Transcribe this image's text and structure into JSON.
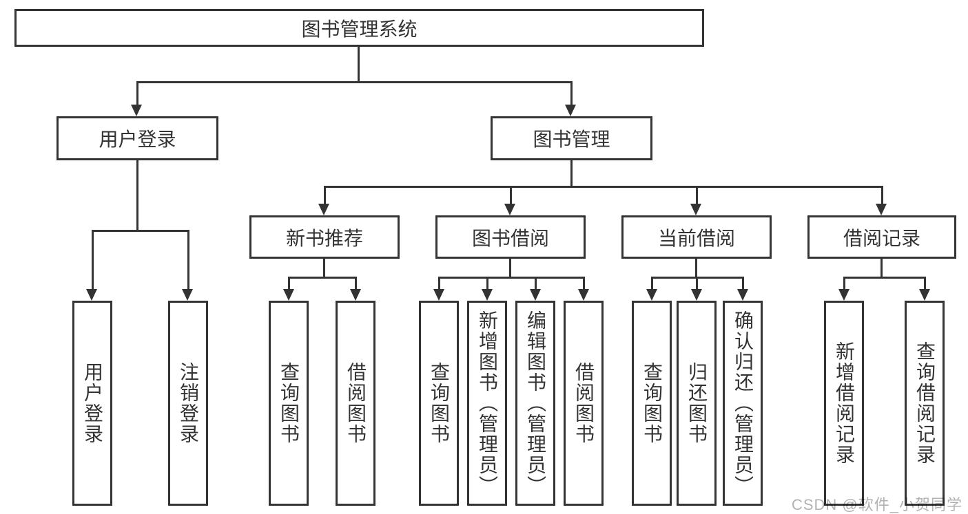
{
  "colors": {
    "line": "#333333",
    "text": "#333333",
    "background": "#ffffff",
    "watermark_text": "#b2b2b2"
  },
  "diagram": {
    "root": {
      "label": "图书管理系统"
    },
    "branches": [
      {
        "label": "用户登录",
        "leaves": [
          {
            "label": "用户登录"
          },
          {
            "label": "注销登录"
          }
        ]
      },
      {
        "label": "图书管理",
        "groups": [
          {
            "label": "新书推荐",
            "leaves": [
              {
                "label": "查询图书"
              },
              {
                "label": "借阅图书"
              }
            ]
          },
          {
            "label": "图书借阅",
            "leaves": [
              {
                "label": "查询图书"
              },
              {
                "label": "新增图书（管理员）"
              },
              {
                "label": "编辑图书（管理员）"
              },
              {
                "label": "借阅图书"
              }
            ]
          },
          {
            "label": "当前借阅",
            "leaves": [
              {
                "label": "查询图书"
              },
              {
                "label": "归还图书"
              },
              {
                "label": "确认归还（管理员）"
              }
            ]
          },
          {
            "label": "借阅记录",
            "leaves": [
              {
                "label": "新增借阅记录"
              },
              {
                "label": "查询借阅记录"
              }
            ]
          }
        ]
      }
    ]
  },
  "watermark": {
    "text": "CSDN @软件_小贺同学"
  }
}
